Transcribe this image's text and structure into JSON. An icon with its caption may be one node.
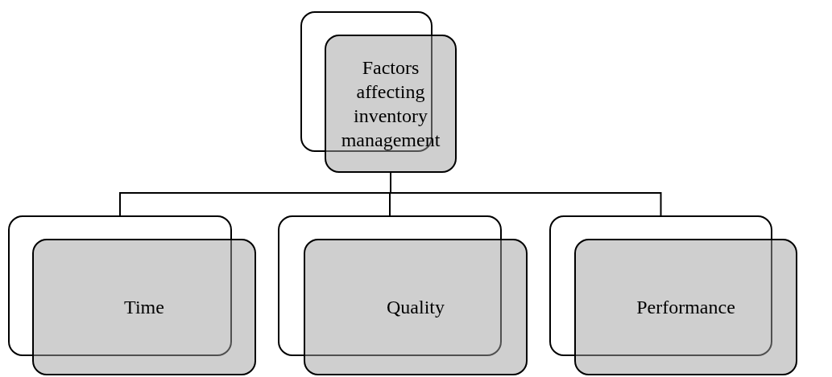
{
  "diagram": {
    "nodes": [
      {
        "text": [
          "Factors affecting inventory management"
        ]
      },
      {
        "text": [
          "Time"
        ]
      },
      {
        "text": [
          "Quality"
        ]
      },
      {
        "text": [
          "Performance"
        ]
      }
    ],
    "edges": [
      {
        "from": 0,
        "to": 1,
        "arrow": "none"
      },
      {
        "from": 0,
        "to": 2,
        "arrow": "none"
      },
      {
        "from": 0,
        "to": 3,
        "arrow": "none"
      }
    ]
  }
}
